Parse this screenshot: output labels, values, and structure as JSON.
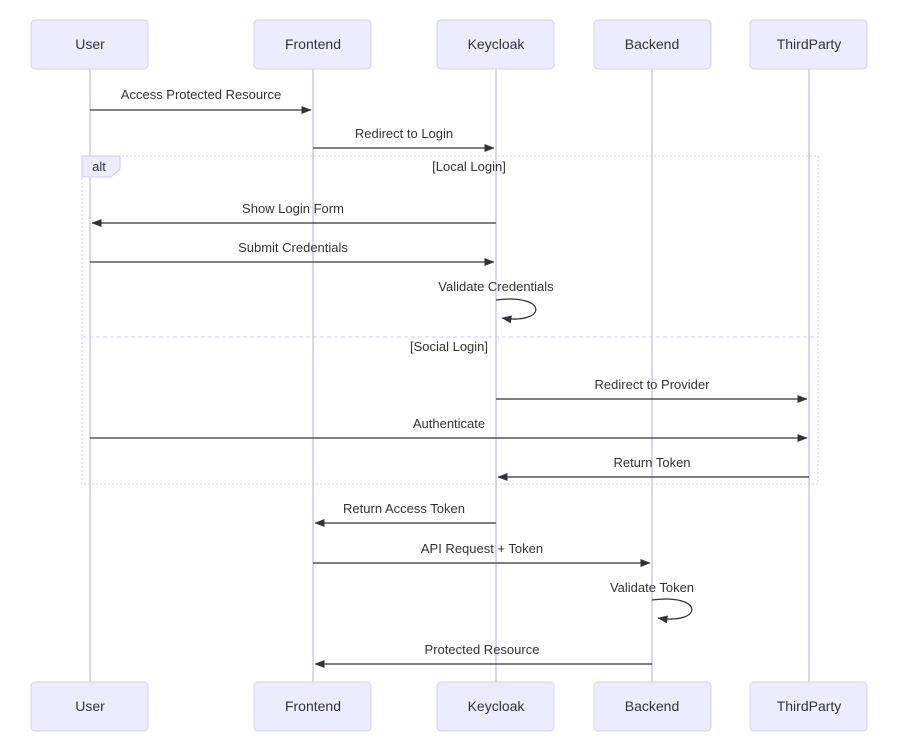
{
  "diagram": {
    "kind": "sequence-diagram",
    "topic": "Keycloak authentication flow",
    "actors": [
      {
        "name": "User"
      },
      {
        "name": "Frontend"
      },
      {
        "name": "Keycloak"
      },
      {
        "name": "Backend"
      },
      {
        "name": "ThirdParty"
      }
    ],
    "messages": [
      {
        "from": "User",
        "to": "Frontend",
        "label": "Access Protected Resource",
        "type": "solid-arrow"
      },
      {
        "from": "Frontend",
        "to": "Keycloak",
        "label": "Redirect to Login",
        "type": "solid-arrow"
      },
      {
        "from": "Keycloak",
        "to": "User",
        "label": "Show Login Form",
        "type": "solid-arrow"
      },
      {
        "from": "User",
        "to": "Keycloak",
        "label": "Submit Credentials",
        "type": "solid-arrow"
      },
      {
        "from": "Keycloak",
        "to": "Keycloak",
        "label": "Validate Credentials",
        "type": "self-loop"
      },
      {
        "from": "Keycloak",
        "to": "ThirdParty",
        "label": "Redirect to Provider",
        "type": "solid-arrow"
      },
      {
        "from": "User",
        "to": "ThirdParty",
        "label": "Authenticate",
        "type": "solid-arrow"
      },
      {
        "from": "ThirdParty",
        "to": "Keycloak",
        "label": "Return Token",
        "type": "solid-arrow"
      },
      {
        "from": "Keycloak",
        "to": "Frontend",
        "label": "Return Access Token",
        "type": "solid-arrow"
      },
      {
        "from": "Frontend",
        "to": "Backend",
        "label": "API Request + Token",
        "type": "solid-arrow"
      },
      {
        "from": "Backend",
        "to": "Backend",
        "label": "Validate Token",
        "type": "self-loop"
      },
      {
        "from": "Backend",
        "to": "Frontend",
        "label": "Protected Resource",
        "type": "solid-arrow"
      }
    ],
    "alt_block": {
      "operator": "alt",
      "sections": [
        {
          "condition": "[Local Login]"
        },
        {
          "condition": "[Social Login]"
        }
      ]
    },
    "colors": {
      "background": "#ffffff",
      "actor_fill": "#ECECFF",
      "actor_border": "#d2d2f0",
      "lifeline": "#cfc9ec",
      "arrow": "#333333",
      "text": "#333333",
      "frame_border": "#ccccff"
    }
  }
}
